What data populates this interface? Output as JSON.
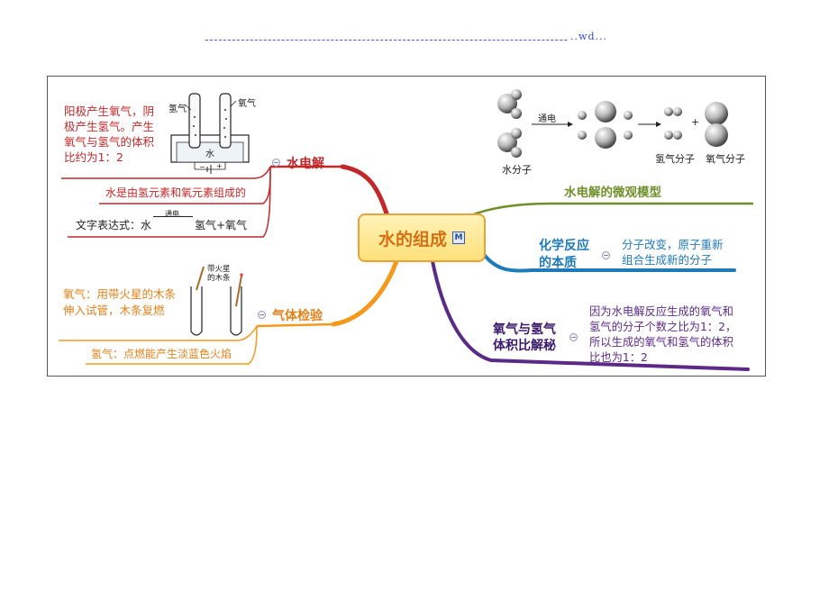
{
  "header": {
    "text": "..wd..."
  },
  "central": {
    "label": "水的组成"
  },
  "branches": {
    "electrolysis": {
      "label": "水电解",
      "note": "阳极产生氧气，阴极产生氢气。产生氧气与氢气的体积比约为1：2",
      "conclusion": "水是由氢元素和氧元素组成的",
      "equation": {
        "prefix": "文字表达式：水",
        "arrow": "通电",
        "suffix": "氢气+氧气"
      },
      "diagram": {
        "h2": "氢气",
        "o2": "氧气",
        "water": "水",
        "minus": "−",
        "plus": "+"
      }
    },
    "gas_test": {
      "label": "气体检验",
      "oxygen": "氧气：用带火星的木条伸入试管，木条复燃",
      "hydrogen": "氢气：点燃能产生淡蓝色火焰",
      "splint": "带火星的木条"
    },
    "micro": {
      "label": "水电解的微观模型",
      "arrow": "通电",
      "water_mol": "水分子",
      "h2_mol": "氢气分子",
      "o2_mol": "氧气分子",
      "plus": "+"
    },
    "reaction": {
      "label": "化学反应的本质",
      "desc": "分子改变，原子重新组合生成新的分子"
    },
    "volume": {
      "label": "氧气与氢气体积比解秘",
      "desc": "因为水电解反应生成的氧气和氢气的分子个数之比为1：2，所以生成的氧气和氢气的体积比也为1：2"
    }
  },
  "badge": "M",
  "colors": {
    "electrolysis": "#c0282a",
    "gas_test": "#f39a1e",
    "micro": "#6f8f2a",
    "reaction": "#1f7ab8",
    "volume": "#5b2a86",
    "red_text": "#c0282a",
    "orange_text": "#e0821a"
  }
}
